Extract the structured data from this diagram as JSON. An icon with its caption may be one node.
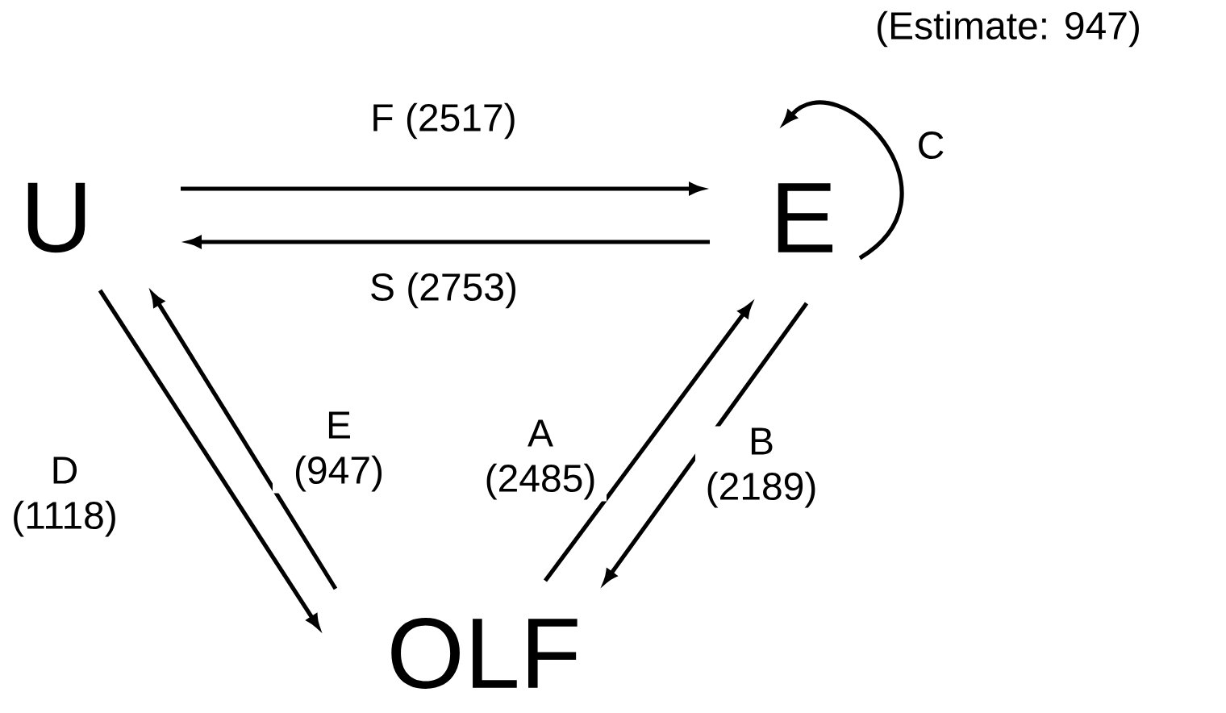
{
  "diagram": {
    "nodes": [
      {
        "text": [
          "U"
        ]
      },
      {
        "text": [
          "E"
        ]
      },
      {
        "text": [
          "OLF"
        ]
      }
    ],
    "edges": [
      {
        "from": 0,
        "to": 1,
        "arrow": "to",
        "label": "F (2517)"
      },
      {
        "from": 1,
        "to": 0,
        "arrow": "to",
        "label": "S (2753)"
      },
      {
        "from": 0,
        "to": 2,
        "arrow": "to",
        "label": "D (1118)"
      },
      {
        "from": 2,
        "to": 0,
        "arrow": "to",
        "label": "E (947)"
      },
      {
        "from": 2,
        "to": 1,
        "arrow": "to",
        "label": "A (2485)"
      },
      {
        "from": 1,
        "to": 2,
        "arrow": "to",
        "label": "B (2189)"
      },
      {
        "from": 1,
        "to": 1,
        "arrow": "to",
        "label": "C"
      }
    ],
    "labels": [
      "(Estimate: 947)"
    ]
  }
}
